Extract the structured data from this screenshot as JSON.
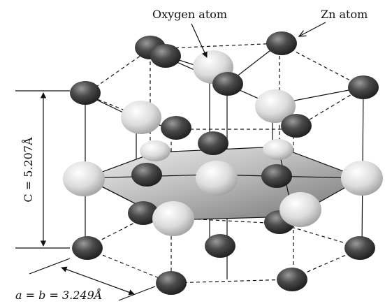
{
  "labels": {
    "oxygen_atom": "Oxygen atom",
    "zn_atom": "Zn atom",
    "c_param": "C = 5.207Å",
    "a_param": "a = b = 3.249Å"
  },
  "colors": {
    "zn_atom": "#3f3f3f",
    "oxygen_atom": "#d9d9d9",
    "basal_plane": "#9c9c9c",
    "lines": "#111111"
  }
}
